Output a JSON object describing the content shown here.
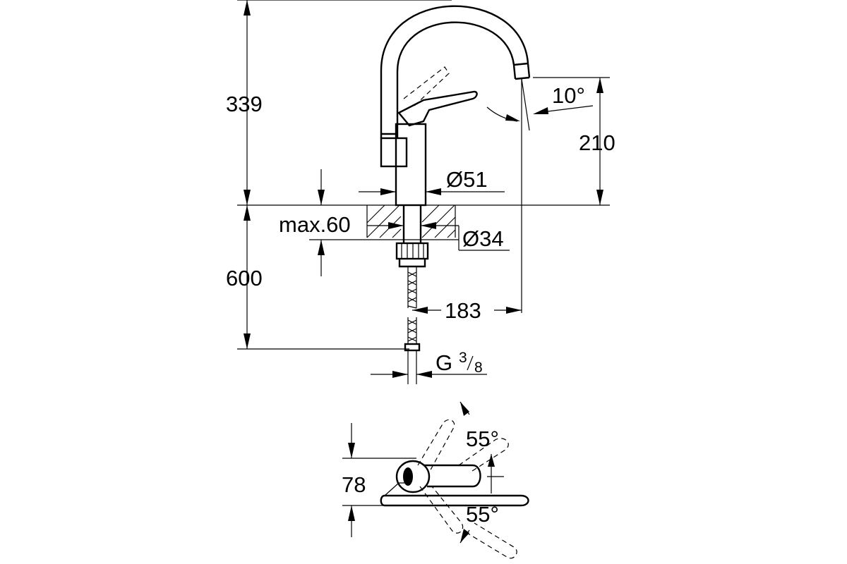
{
  "dimensions": {
    "height_above_deck": "339",
    "spout_outlet_height": "210",
    "spout_angle": "10°",
    "body_diameter": "Ø51",
    "max_deck_thickness": "max.60",
    "hole_diameter": "Ø34",
    "hose_length": "600",
    "spout_reach": "183",
    "connection_thread": "G",
    "connection_thread_num": "3",
    "connection_thread_den": "8",
    "handle_depth": "78",
    "lever_angle_top": "55°",
    "lever_angle_bottom": "55°"
  }
}
